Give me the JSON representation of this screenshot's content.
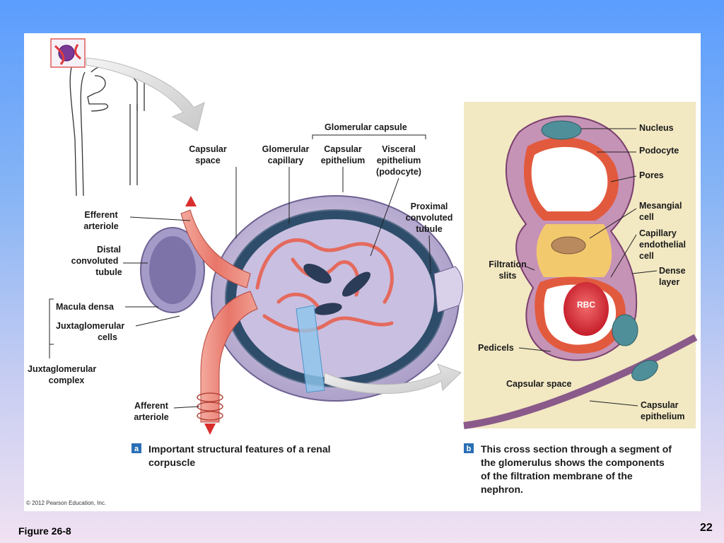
{
  "figure": {
    "nephron_inset": "",
    "panel_a": {
      "letter": "a",
      "caption_line1": "Important structural features of a renal",
      "caption_line2": "corpuscle",
      "glomerular_capsule": "Glomerular capsule",
      "capsular_space_1": "Capsular",
      "capsular_space_2": "space",
      "glomerular_capillary_1": "Glomerular",
      "glomerular_capillary_2": "capillary",
      "capsular_epithelium_1": "Capsular",
      "capsular_epithelium_2": "epithelium",
      "visceral_1": "Visceral",
      "visceral_2": "epithelium",
      "visceral_3": "(podocyte)",
      "efferent_1": "Efferent",
      "efferent_2": "arteriole",
      "distal_1": "Distal",
      "distal_2": "convoluted",
      "distal_3": "tubule",
      "proximal_1": "Proximal",
      "proximal_2": "convoluted",
      "proximal_3": "tubule",
      "macula_densa": "Macula densa",
      "jg_cells_1": "Juxtaglomerular",
      "jg_cells_2": "cells",
      "jg_complex_1": "Juxtaglomerular",
      "jg_complex_2": "complex",
      "afferent_1": "Afferent",
      "afferent_2": "arteriole"
    },
    "panel_b": {
      "letter": "b",
      "caption_line1": "This cross section through a segment of",
      "caption_line2": "the glomerulus shows the components",
      "caption_line3": "of the filtration membrane of the",
      "caption_line4": "nephron.",
      "nucleus": "Nucleus",
      "podocyte": "Podocyte",
      "pores": "Pores",
      "mesangial_1": "Mesangial",
      "mesangial_2": "cell",
      "capillary_endo_1": "Capillary",
      "capillary_endo_2": "endothelial",
      "capillary_endo_3": "cell",
      "dense_1": "Dense",
      "dense_2": "layer",
      "filtration_1": "Filtration",
      "filtration_2": "slits",
      "rbc": "RBC",
      "pedicels": "Pedicels",
      "capsular_space": "Capsular space",
      "capsular_epi_1": "Capsular",
      "capsular_epi_2": "epithelium"
    },
    "copyright": "© 2012 Pearson Education, Inc."
  },
  "slide": {
    "figure_label": "Figure 26-8",
    "page_number": "22"
  }
}
